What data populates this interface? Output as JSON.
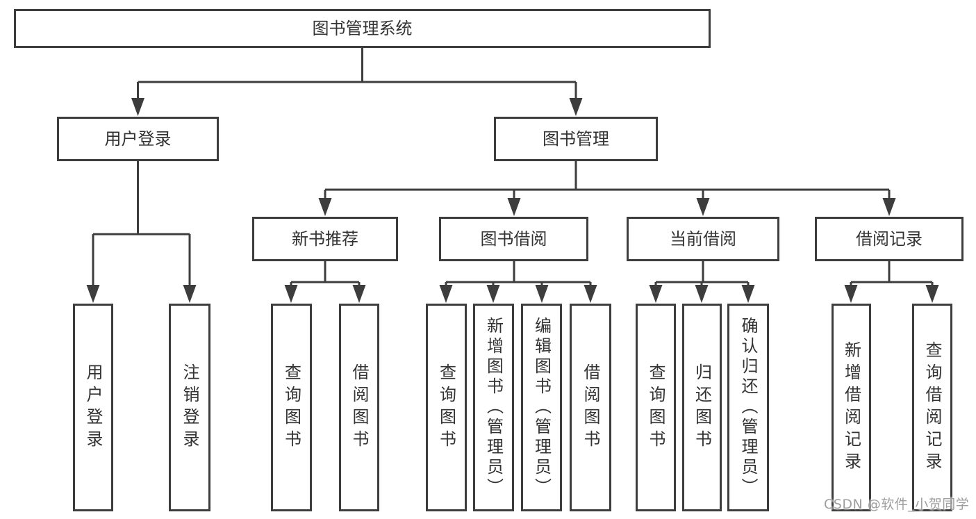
{
  "colors": {
    "line": "#3d3d3d",
    "text": "#333333",
    "watermark": "#9e9e9e",
    "bg": "#ffffff"
  },
  "diagram": {
    "root": {
      "label": "图书管理系统"
    },
    "branches": [
      {
        "label": "用户登录",
        "children": [
          {
            "label": "用户登录"
          },
          {
            "label": "注销登录"
          }
        ]
      },
      {
        "label": "图书管理",
        "children": [
          {
            "label": "新书推荐",
            "children": [
              {
                "label": "查询图书"
              },
              {
                "label": "借阅图书"
              }
            ]
          },
          {
            "label": "图书借阅",
            "children": [
              {
                "label": "查询图书"
              },
              {
                "label": "新增图书（管理员）"
              },
              {
                "label": "编辑图书（管理员）"
              },
              {
                "label": "借阅图书"
              }
            ]
          },
          {
            "label": "当前借阅",
            "children": [
              {
                "label": "查询图书"
              },
              {
                "label": "归还图书"
              },
              {
                "label": "确认归还（管理员）"
              }
            ]
          },
          {
            "label": "借阅记录",
            "children": [
              {
                "label": "新增借阅记录"
              },
              {
                "label": "查询借阅记录"
              }
            ]
          }
        ]
      }
    ]
  },
  "watermark": {
    "text": "CSDN @软件_小贺同学"
  }
}
